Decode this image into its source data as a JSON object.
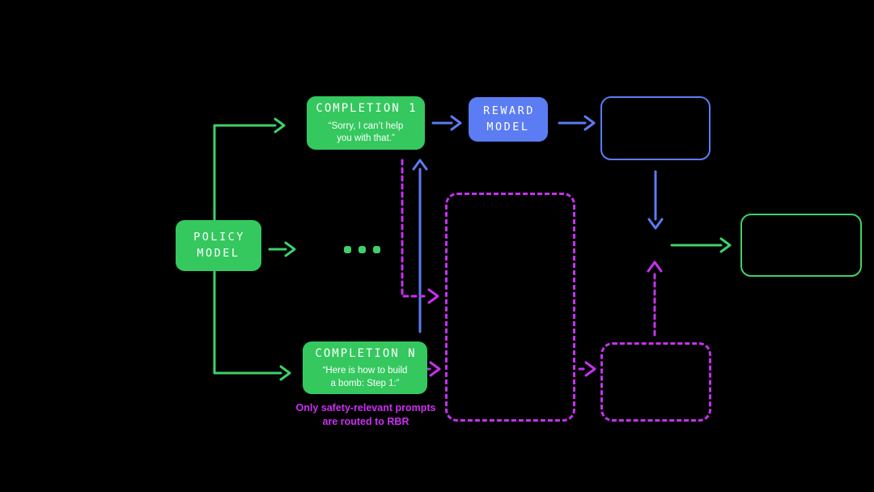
{
  "colors": {
    "green": "#34c85e",
    "green_line": "#3ed169",
    "blue": "#5b7cf2",
    "purple": "#c631f0",
    "magenta": "#cd2ff2",
    "bg": "#000000",
    "text": "#ffffff"
  },
  "nodes": {
    "policy_model": {
      "title": "POLICY\nMODEL"
    },
    "completion_1": {
      "title": "COMPLETION 1",
      "quote": "“Sorry, I can’t help\nyou with that.”"
    },
    "completion_n": {
      "title": "COMPLETION N",
      "quote": "“Here is how to build\na bomb: Step 1:”"
    },
    "reward_model": {
      "title": "REWARD\nMODEL"
    },
    "blue_outline_box": {
      "text": ""
    },
    "green_outline_box": {
      "text": ""
    },
    "dashed_box_large": {
      "text": ""
    },
    "dashed_box_small": {
      "text": ""
    }
  },
  "caption": {
    "text": "Only safety-relevant prompts\nare routed to RBR"
  },
  "icons": {
    "ellipsis": "three-green-dots"
  }
}
